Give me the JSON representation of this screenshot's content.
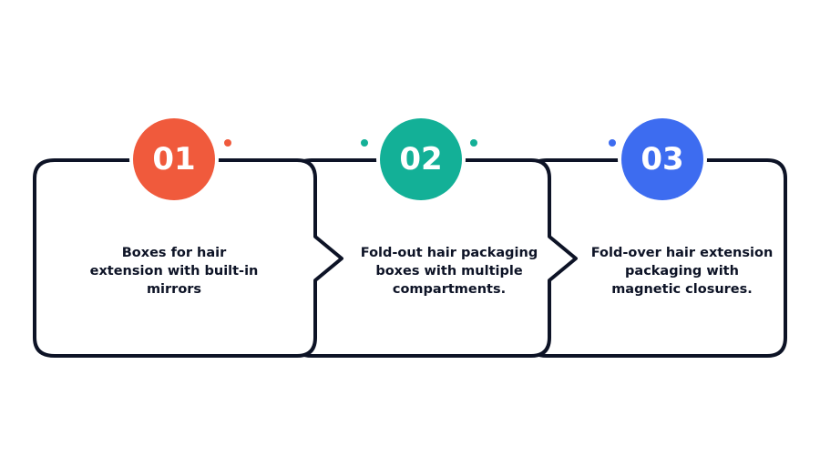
{
  "colors": {
    "outline": "#0d1326",
    "step1": "#f05a3c",
    "step2": "#13b097",
    "step3": "#3d6cf0"
  },
  "steps": [
    {
      "number": "01",
      "text": "Boxes for hair extension with built-in mirrors"
    },
    {
      "number": "02",
      "text": "Fold-out hair packaging boxes with multiple compartments."
    },
    {
      "number": "03",
      "text": "Fold-over hair extension packaging with magnetic closures."
    }
  ]
}
